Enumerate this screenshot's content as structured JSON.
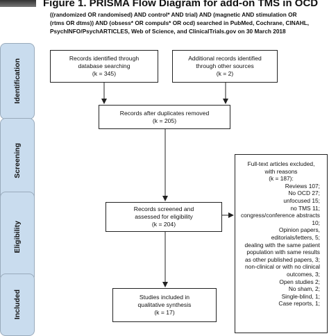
{
  "figure": {
    "title": "Figure 1. PRISMA Flow Diagram for add-on TMS in OCD",
    "caption_lines": [
      "((randomized OR randomised) AND control* AND trial) AND (magnetic AND stimulation OR",
      "(rtms OR dtms)) AND (obsess* OR compuls* OR ocd) searched in PubMed, Cochrane, CINAHL,",
      "PsychINFO/PsychARTICLES, Web of Science, and ClinicalTrials.gov on 30 March 2018"
    ]
  },
  "stages": {
    "identification": "Identification",
    "screening": "Screening",
    "eligibility": "Eligibility",
    "included": "Included"
  },
  "boxes": {
    "db_search": [
      "Records identified through",
      "database searching",
      "(k = 345)"
    ],
    "other_sources": [
      "Additional records identified",
      "through other sources",
      "(k = 2)"
    ],
    "after_dupes": [
      "Records after duplicates removed",
      "(k = 205)"
    ],
    "screened": [
      "Records screened and",
      "assessed for eligibility",
      "(k = 204)"
    ],
    "included": [
      "Studies included in",
      "qualitative synthesis",
      "(k = 17)"
    ]
  },
  "excluded": {
    "header": [
      "Full-text articles excluded,",
      "with reasons",
      "(k = 187):"
    ],
    "reasons": [
      "Reviews 107;",
      "No OCD 27;",
      "unfocused 15;",
      "no TMS 11;",
      "congress/conference abstracts",
      "10;",
      "Opinion papers,",
      "editorials/letters, 5;",
      "dealing with the same patient",
      "population with same results",
      "as other published papers, 3;",
      "non-clinical or with no clinical",
      "outcomes, 3;",
      "Open studies 2;",
      "No sham, 2;",
      "Single-blind, 1;",
      "Case reports, 1;"
    ]
  }
}
